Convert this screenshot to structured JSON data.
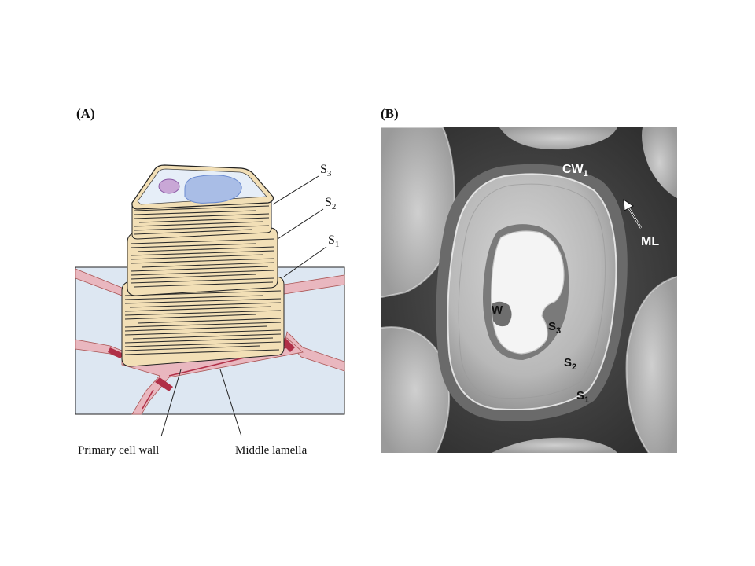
{
  "panels": {
    "a": {
      "label": "(A)",
      "layers": [
        {
          "main": "S",
          "sub": "3"
        },
        {
          "main": "S",
          "sub": "2"
        },
        {
          "main": "S",
          "sub": "1"
        }
      ],
      "bottom_labels": {
        "primary_wall": "Primary cell wall",
        "middle_lamella": "Middle lamella"
      }
    },
    "b": {
      "label": "(B)",
      "annotations": {
        "cw1": {
          "main": "CW",
          "sub": "1"
        },
        "ml": "ML",
        "w": "W",
        "s3": {
          "main": "S",
          "sub": "3"
        },
        "s2": {
          "main": "S",
          "sub": "2"
        },
        "s1": {
          "main": "S",
          "sub": "1"
        }
      }
    }
  },
  "colors": {
    "cell_fill": "#dde7f2",
    "wall_pink": "#e9b7bf",
    "wall_dark": "#b03048",
    "layer_tan": "#f2dfb6",
    "lumen_blue": "#c9d8ee",
    "vacuole_blue": "#a9bde6",
    "nucleus_purple": "#c9a7d6"
  }
}
